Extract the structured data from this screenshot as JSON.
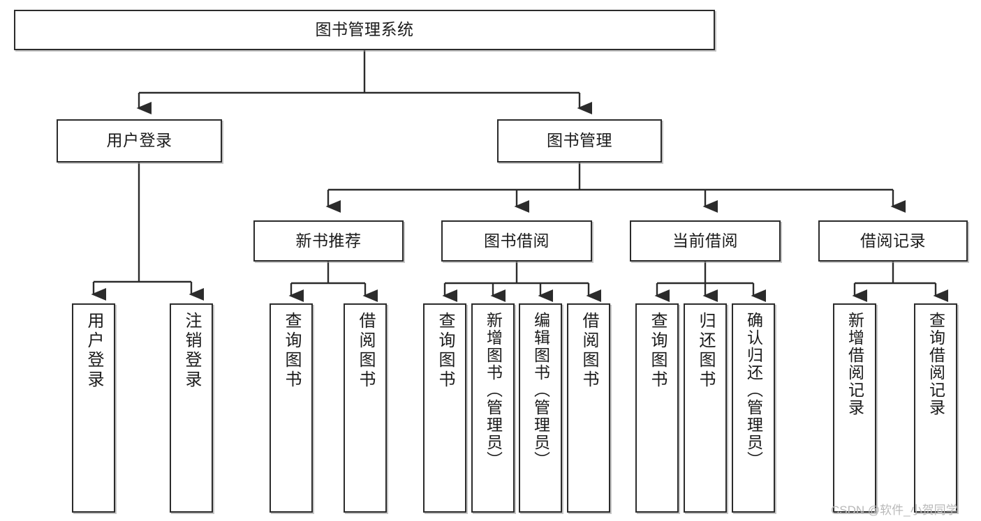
{
  "diagram": {
    "title": "图书管理系统",
    "type": "tree-hierarchy",
    "watermark": "CSDN @软件_小贺同学",
    "accent_color": "#2b2b2b",
    "background_color": "#ffffff",
    "shadow_color": "#969696"
  },
  "root": {
    "label": "图书管理系统"
  },
  "level2": [
    {
      "label": "用户登录"
    },
    {
      "label": "图书管理"
    }
  ],
  "level3": [
    {
      "label": "新书推荐"
    },
    {
      "label": "图书借阅"
    },
    {
      "label": "当前借阅"
    },
    {
      "label": "借阅记录"
    }
  ],
  "leaves": {
    "user_login": [
      {
        "label": "用户登录"
      },
      {
        "label": "注销登录"
      }
    ],
    "new_book": [
      {
        "label": "查询图书"
      },
      {
        "label": "借阅图书"
      }
    ],
    "book_borrow": [
      {
        "label": "查询图书"
      },
      {
        "label": "新增图书（管理员）"
      },
      {
        "label": "编辑图书（管理员）"
      },
      {
        "label": "借阅图书"
      }
    ],
    "current_borrow": [
      {
        "label": "查询图书"
      },
      {
        "label": "归还图书"
      },
      {
        "label": "确认归还（管理员）"
      }
    ],
    "borrow_record": [
      {
        "label": "新增借阅记录"
      },
      {
        "label": "查询借阅记录"
      }
    ]
  }
}
